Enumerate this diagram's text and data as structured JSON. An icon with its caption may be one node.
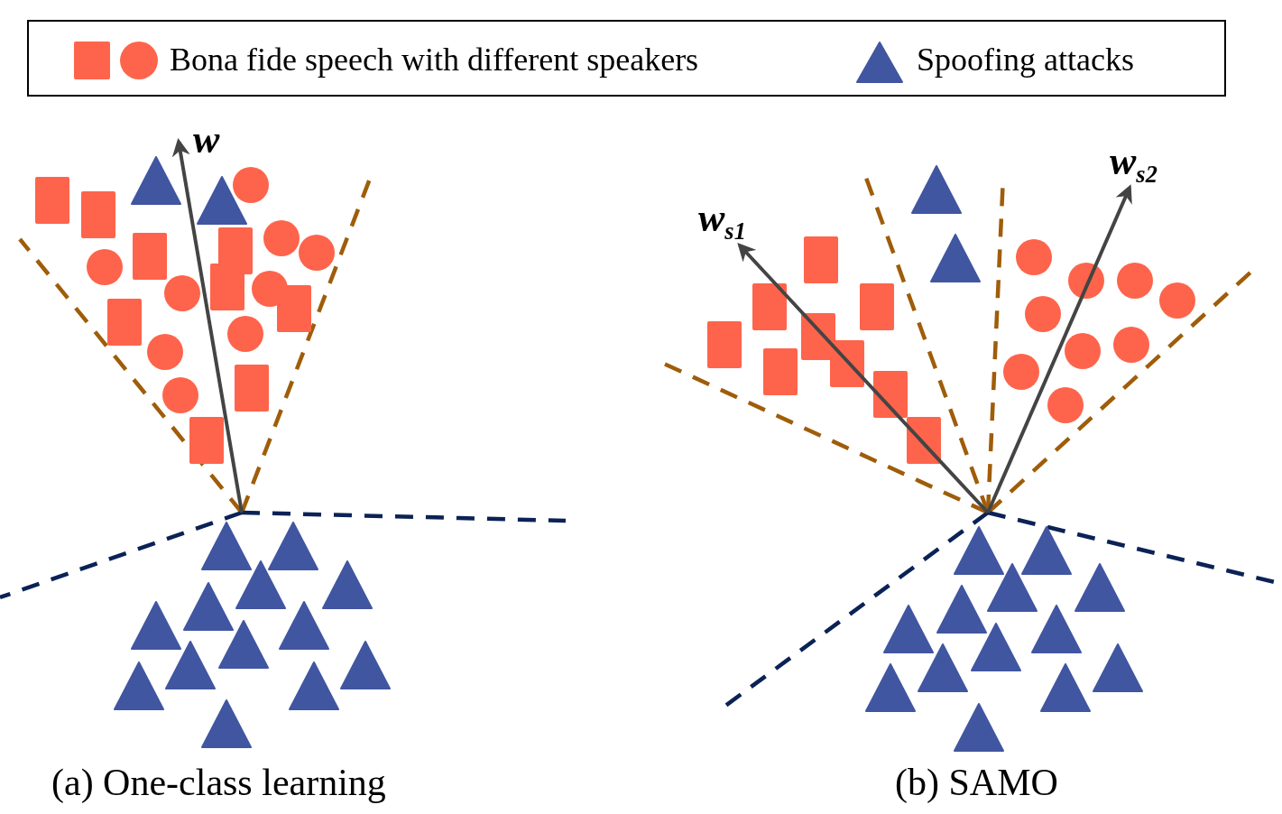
{
  "diagram": {
    "labels": [
      "w",
      "w$_{s1}$",
      "w$_{s2}$",
      "(a) One-class learning",
      "(b) SAMO"
    ],
    "legend": [
      {
        "text": "Bona fide speech with different speakers"
      },
      {
        "text": "Spoofing attacks"
      }
    ]
  }
}
